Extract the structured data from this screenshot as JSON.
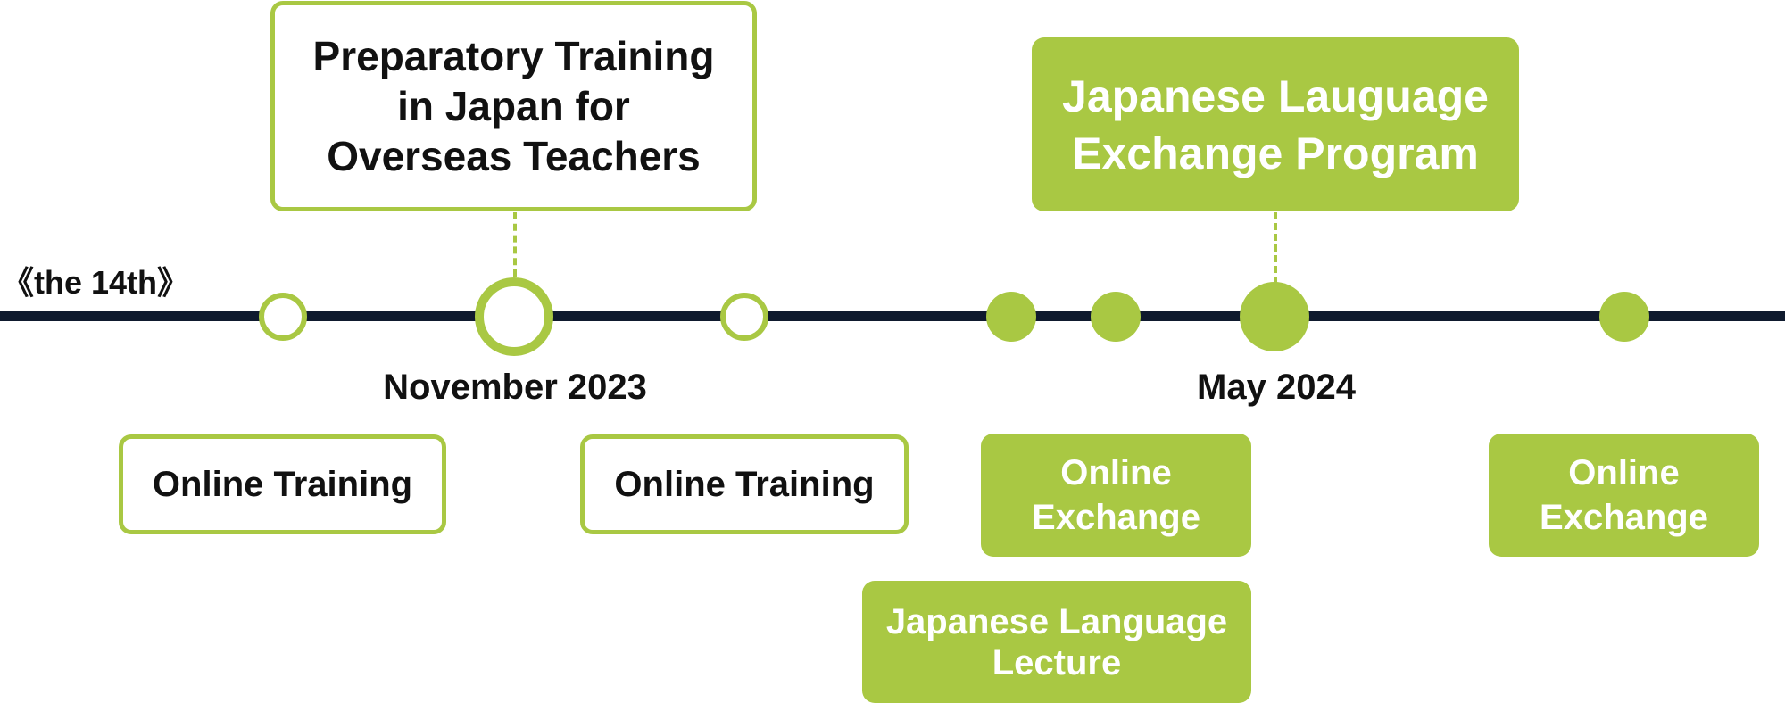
{
  "edition_label": "《the 14th》",
  "dates": {
    "november": "November 2023",
    "may": "May 2024"
  },
  "events": {
    "preparatory": "Preparatory Training\nin Japan for\nOverseas Teachers",
    "exchange_program": "Japanese Lauguage\nExchange Program",
    "online_training_1": "Online Training",
    "online_training_2": "Online Training",
    "online_exchange_1": "Online\nExchange",
    "online_exchange_2": "Online\nExchange",
    "language_lecture": "Japanese Language\nLecture"
  },
  "colors": {
    "accent_green": "#a9c843",
    "axis_navy": "#0f1a2e"
  }
}
